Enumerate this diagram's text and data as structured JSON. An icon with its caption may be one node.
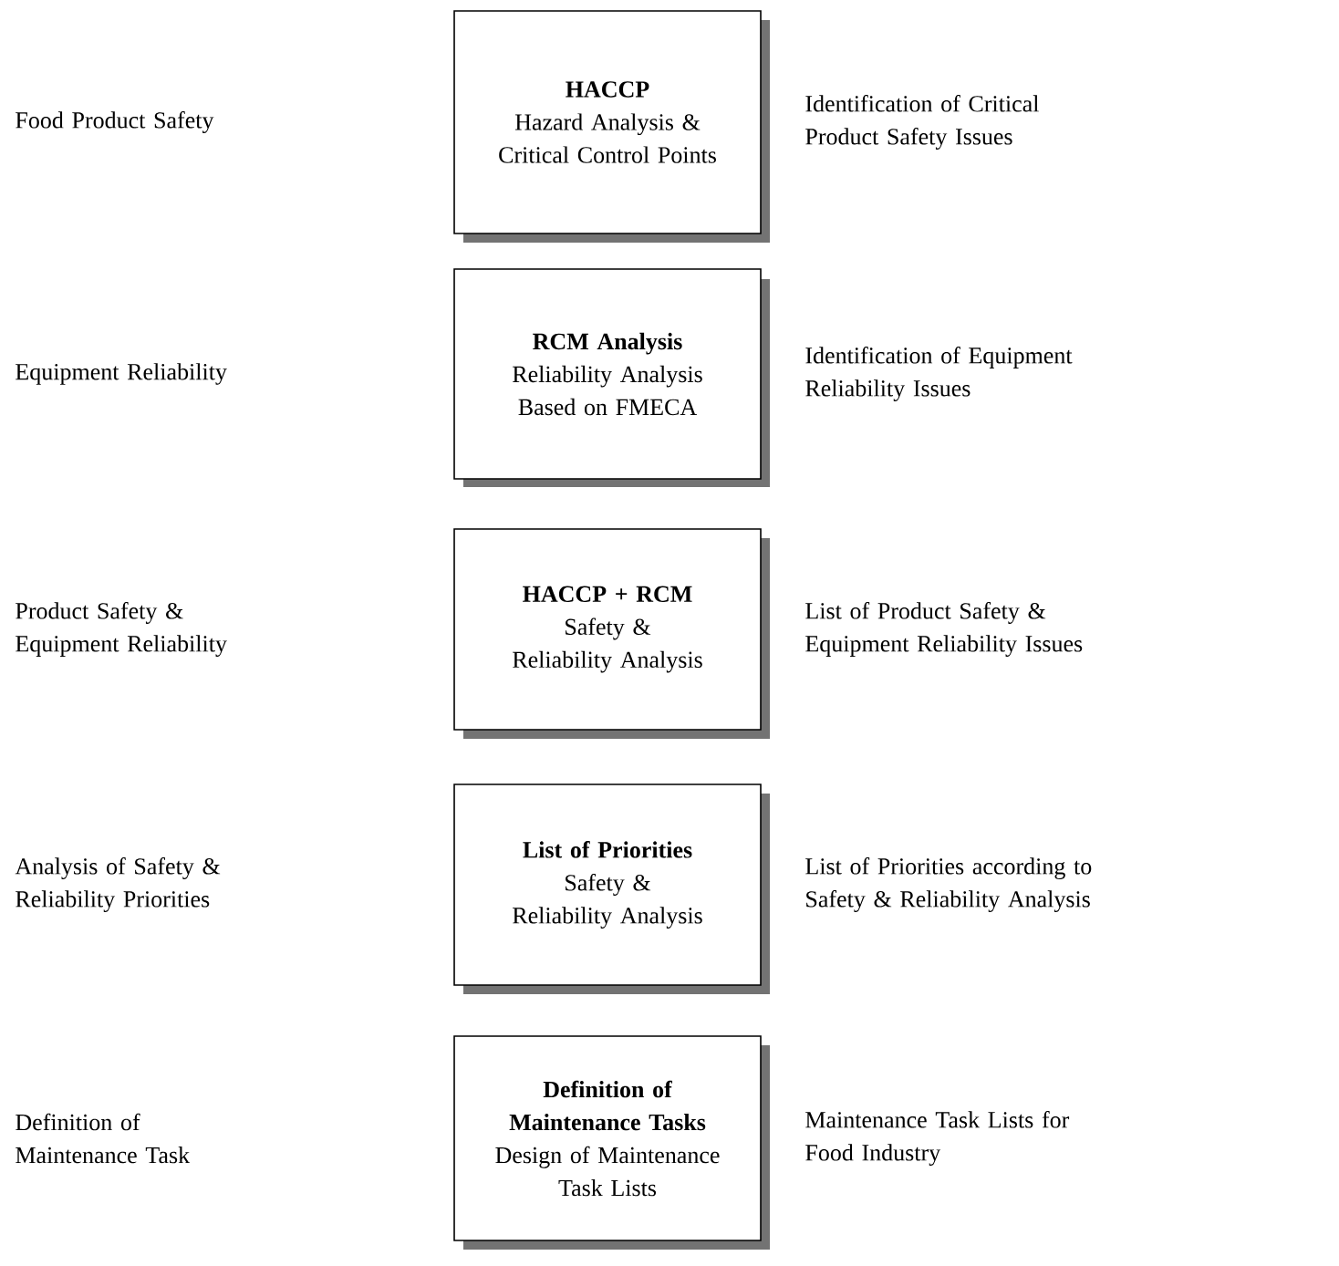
{
  "diagram": {
    "nodes": [
      {
        "text": [
          "HACCP",
          "Hazard Analysis & Critical Control Points"
        ],
        "beside": [
          "Identification of Critical Product Safety Issues"
        ]
      },
      {
        "text": [
          "RCM Analysis",
          "Reliability Analysis Based on FMECA"
        ],
        "beside": [
          "Identification of Equipment Reliability Issues"
        ]
      },
      {
        "text": [
          "HACCP + RCM",
          "Safety & Reliability Analysis"
        ],
        "beside": [
          "List of Product Safety & Equipment Reliability Issues"
        ]
      },
      {
        "text": [
          "List of Priorities",
          "Safety & Reliability Analysis"
        ],
        "beside": [
          "List of Priorities according to Safety & Reliability Analysis"
        ]
      },
      {
        "text": [
          "Definition of Maintenance Tasks",
          "Design of Maintenance Task Lists"
        ],
        "beside": [
          "Maintenance Task Lists for Food Industry"
        ]
      }
    ],
    "labels": [
      "Food Product Safety",
      "Equipment Reliability",
      "Product Safety & Equipment Reliability",
      "Analysis of Safety & Reliability Priorities",
      "Definition of Maintenance Task"
    ]
  }
}
